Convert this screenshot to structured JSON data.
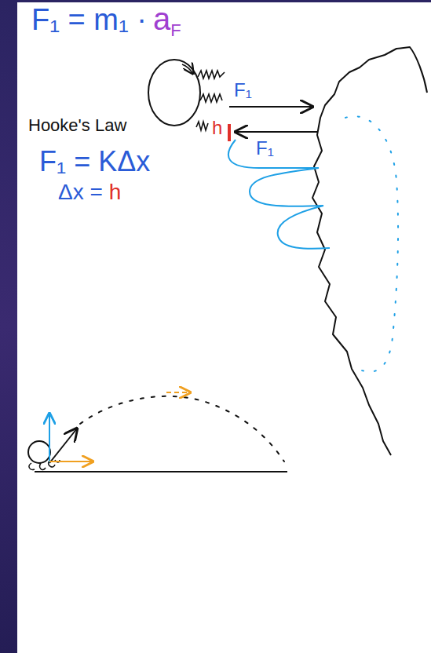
{
  "diagram": {
    "labels": [
      "F₁ = m₁ ·",
      "a",
      "F",
      "F₁",
      "F₁",
      "h",
      "Hooke's Law",
      "F₁ = KΔx",
      "Δx =",
      "h"
    ]
  }
}
